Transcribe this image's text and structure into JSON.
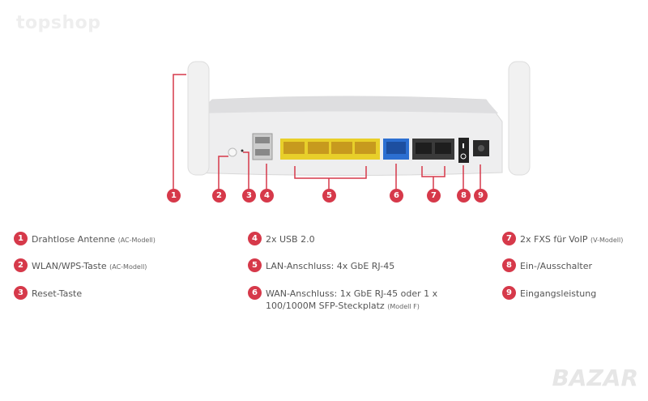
{
  "watermark": {
    "top_left": "topshop",
    "bottom_right": "BAZAR"
  },
  "colors": {
    "accent": "#d6394a",
    "lan": "#e8cf2a",
    "wan": "#2c6fd1"
  },
  "callouts": [
    "1",
    "2",
    "3",
    "4",
    "5",
    "6",
    "7",
    "8",
    "9"
  ],
  "legend": [
    {
      "num": "1",
      "label": "Drahtlose Antenne",
      "note": "(AC-Modell)"
    },
    {
      "num": "2",
      "label": "WLAN/WPS-Taste",
      "note": "(AC-Modell)"
    },
    {
      "num": "3",
      "label": "Reset-Taste",
      "note": ""
    },
    {
      "num": "4",
      "label": "2x USB 2.0",
      "note": ""
    },
    {
      "num": "5",
      "label": "LAN-Anschluss: 4x GbE RJ-45",
      "note": ""
    },
    {
      "num": "6",
      "label": "WAN-Anschluss: 1x GbE RJ-45 oder 1 x 100/1000M SFP-Steckplatz",
      "note": "(Modell F)"
    },
    {
      "num": "7",
      "label": "2x FXS für VoIP",
      "note": "(V-Modell)"
    },
    {
      "num": "8",
      "label": "Ein-/Ausschalter",
      "note": ""
    },
    {
      "num": "9",
      "label": "Eingangsleistung",
      "note": ""
    }
  ]
}
